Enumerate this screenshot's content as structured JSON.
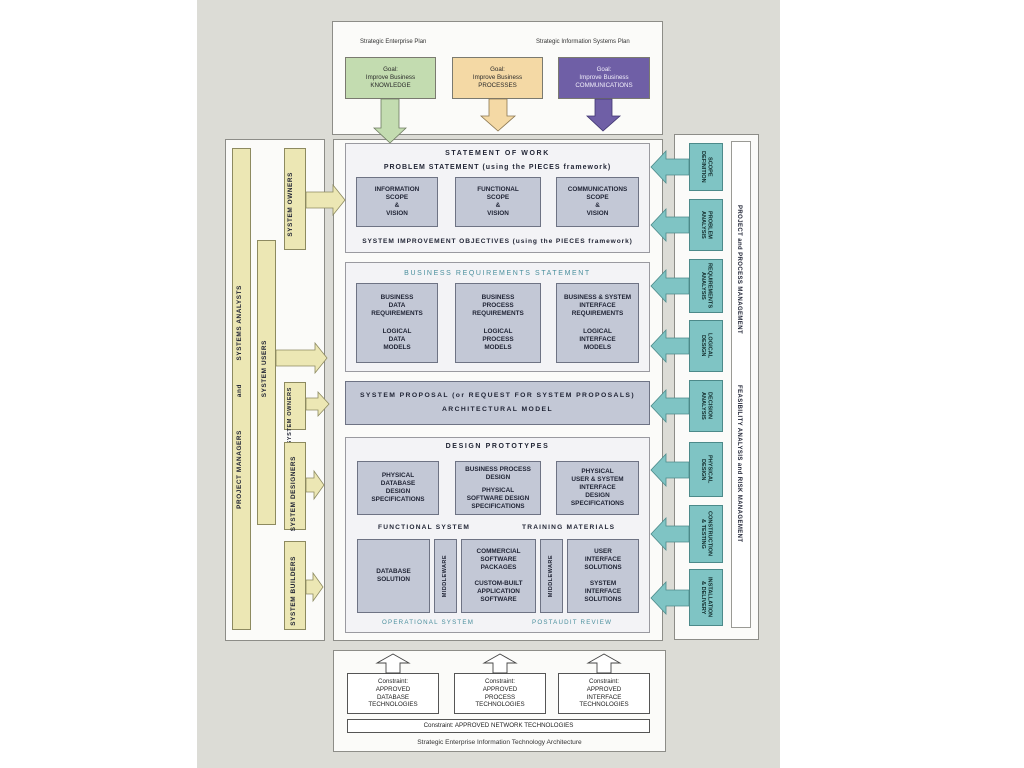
{
  "top": {
    "left_caption": "Strategic Enterprise Plan",
    "right_caption": "Strategic Information Systems Plan",
    "goals": [
      {
        "text": "Goal:\nImprove Business\nKNOWLEDGE",
        "color": "#c3dcb0"
      },
      {
        "text": "Goal:\nImprove Business\nPROCESSES",
        "color": "#f4d9a5"
      },
      {
        "text": "Goal:\nImprove Business\nCOMMUNICATIONS",
        "color": "#6f5fa6"
      }
    ]
  },
  "left": {
    "project_managers": "PROJECT MANAGERS",
    "and": "and",
    "systems_analysts": "SYSTEMS ANALYSTS",
    "system_users": "SYSTEM USERS",
    "system_owners_top": "SYSTEM\nOWNERS",
    "system_owners_mid": "SYSTEM\nOWNERS",
    "system_designers": "SYSTEM DESIGNERS",
    "system_builders": "SYSTEM BUILDERS"
  },
  "statement_of_work": {
    "title": "STATEMENT OF WORK",
    "problem_statement": "PROBLEM STATEMENT (using the PIECES framework)",
    "boxes": [
      "INFORMATION\nSCOPE\n&\nVISION",
      "FUNCTIONAL\nSCOPE\n&\nVISION",
      "COMMUNICATIONS\nSCOPE\n&\nVISION"
    ],
    "objectives": "SYSTEM IMPROVEMENT OBJECTIVES (using the PIECES framework)"
  },
  "business_requirements": {
    "title": "BUSINESS REQUIREMENTS STATEMENT",
    "boxes": [
      {
        "top": "BUSINESS\nDATA\nREQUIREMENTS",
        "bottom": "LOGICAL\nDATA\nMODELS"
      },
      {
        "top": "BUSINESS\nPROCESS\nREQUIREMENTS",
        "bottom": "LOGICAL\nPROCESS\nMODELS"
      },
      {
        "top": "BUSINESS & SYSTEM\nINTERFACE\nREQUIREMENTS",
        "bottom": "LOGICAL\nINTERFACE\nMODELS"
      }
    ]
  },
  "system_proposal": {
    "line1": "SYSTEM PROPOSAL (or REQUEST FOR SYSTEM PROPOSALS)",
    "line2": "ARCHITECTURAL MODEL"
  },
  "design": {
    "title": "DESIGN PROTOTYPES",
    "boxes": [
      {
        "top": "PHYSICAL\nDATABASE\nDESIGN\nSPECIFICATIONS"
      },
      {
        "top": "BUSINESS PROCESS\nDESIGN",
        "bottom": "PHYSICAL\nSOFTWARE DESIGN\nSPECIFICATIONS"
      },
      {
        "top": "PHYSICAL\nUSER & SYSTEM\nINTERFACE\nDESIGN\nSPECIFICATIONS"
      }
    ],
    "functional_system": "FUNCTIONAL SYSTEM",
    "training_materials": "TRAINING MATERIALS",
    "database_solution": "DATABASE\nSOLUTION",
    "middleware": "MIDDLEWARE",
    "commercial": "COMMERCIAL\nSOFTWARE\nPACKAGES",
    "custom": "CUSTOM-BUILT\nAPPLICATION\nSOFTWARE",
    "ui_solutions": "USER\nINTERFACE\nSOLUTIONS",
    "si_solutions": "SYSTEM\nINTERFACE\nSOLUTIONS",
    "operational_system": "OPERATIONAL SYSTEM",
    "postaudit_review": "POSTAUDIT REVIEW"
  },
  "right": {
    "phases": [
      "SCOPE\nDEFINITION",
      "PROBLEM\nANALYSIS",
      "REQUIREMENTS\nANALYSIS",
      "LOGICAL\nDESIGN",
      "DECISION\nANALYSIS",
      "PHYSICAL\nDESIGN",
      "CONSTRUCTION\n& TESTING",
      "INSTALLATION\n& DELIVERY"
    ],
    "management_top": "PROJECT and PROCESS MANAGEMENT",
    "management_bottom": "FEASIBILITY ANALYSIS and RISK MANAGEMENT"
  },
  "bottom": {
    "constraints": [
      "Constraint:\nAPPROVED\nDATABASE\nTECHNOLOGIES",
      "Constraint:\nAPPROVED\nPROCESS\nTECHNOLOGIES",
      "Constraint:\nAPPROVED\nINTERFACE\nTECHNOLOGIES"
    ],
    "network": "Constraint: APPROVED NETWORK TECHNOLOGIES",
    "caption": "Strategic Enterprise Information Technology Architecture"
  },
  "colors": {
    "cream": "#ece7b4",
    "teal": "#7fc4c4",
    "artifact": "#c3c8d6"
  }
}
